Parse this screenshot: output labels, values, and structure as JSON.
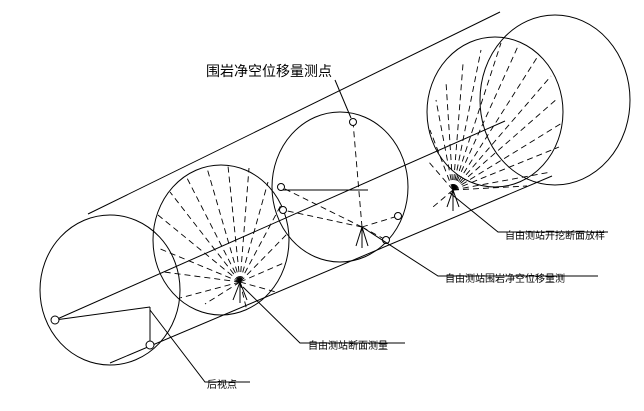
{
  "labels": {
    "top": "围岩净空位移量测点",
    "right_upper": "自由测站开挖断面放样",
    "right_middle": "自由测站围岩净空位移量测",
    "bottom_center": "自由测站断面测量",
    "bottom_left": "后视点"
  }
}
